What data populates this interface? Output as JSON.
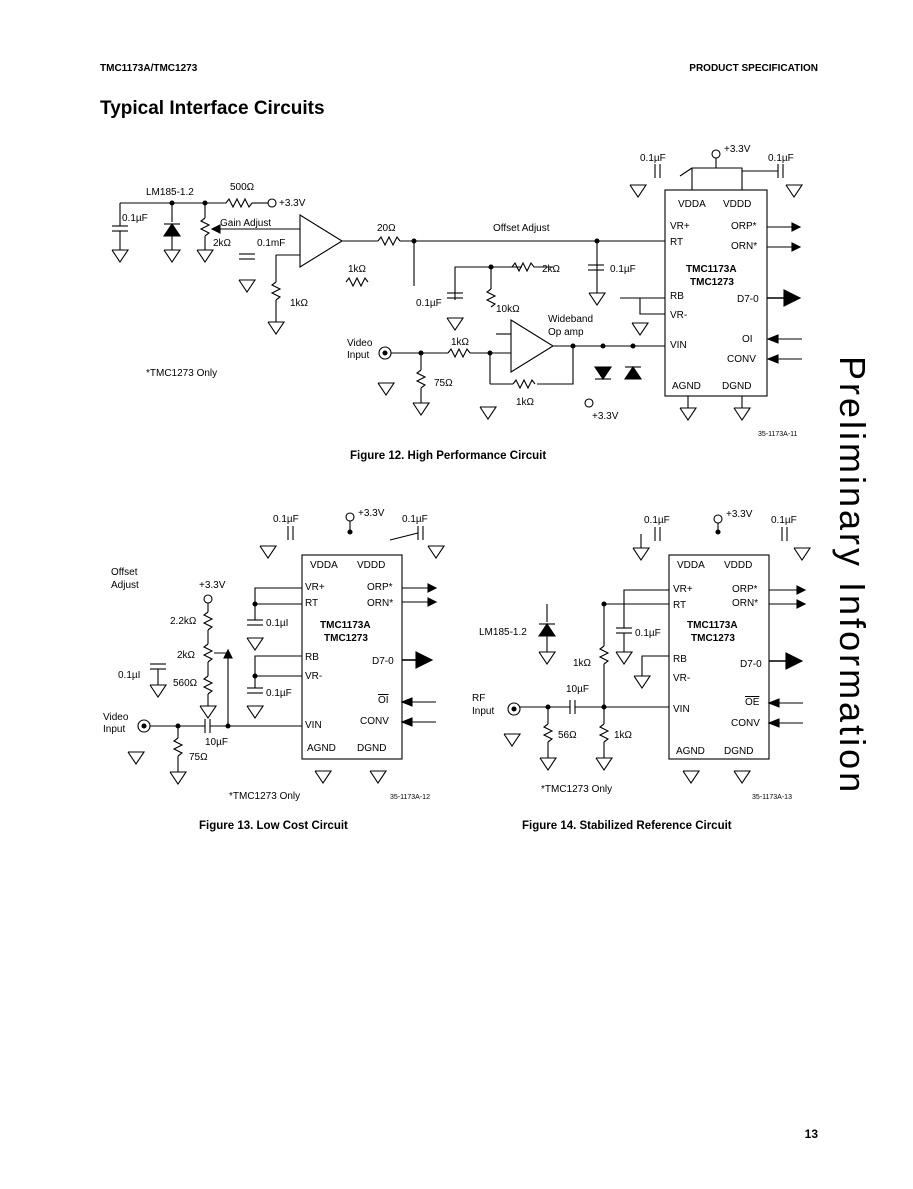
{
  "header": {
    "left": "TMC1173A/TMC1273",
    "right": "PRODUCT SPECIFICATION"
  },
  "section_title": "Typical Interface Circuits",
  "watermark": "Preliminary Information",
  "page_number": "13",
  "figures": {
    "fig12": {
      "caption": "Figure 12. High Performance Circuit",
      "code": "35-1173A-11",
      "chip": {
        "line1": "TMC1173A",
        "line2": "TMC1273"
      },
      "pins": {
        "vdda": "VDDA",
        "vddd": "VDDD",
        "vrp": "VR+",
        "rt": "RT",
        "rb": "RB",
        "vrm": "VR-",
        "vin": "VIN",
        "orp": "ORP*",
        "orn": "ORN*",
        "d": "D7-0",
        "oi": "OI",
        "conv": "CONV",
        "agnd": "AGND",
        "dgnd": "DGND"
      },
      "labels": {
        "supply_top": "+3.3V",
        "cap_tl": "0.1µF",
        "cap_tr": "0.1µF",
        "lm": "LM185-1.2",
        "r500": "500Ω",
        "supply_left": "+3.3V",
        "cap_left": "0.1µF",
        "gain_adjust": "Gain Adjust",
        "r2k_a": "2kΩ",
        "cap_01mf": "0.1mF",
        "r20": "20Ω",
        "offset_adjust": "Offset Adjust",
        "r1k_a": "1kΩ",
        "r1k_b": "1kΩ",
        "r2k_b": "2kΩ",
        "cap_mid": "0.1µF",
        "cap_low": "0.1µF",
        "r10k": "10kΩ",
        "wideband_1": "Wideband",
        "wideband_2": "Op amp",
        "video_1": "Video",
        "video_2": "Input",
        "r1k_c": "1kΩ",
        "r75": "75Ω",
        "r1k_d": "1kΩ",
        "supply_bottom": "+3.3V",
        "note": "*TMC1273 Only"
      }
    },
    "fig13": {
      "caption": "Figure 13. Low Cost Circuit",
      "code": "35-1173A-12",
      "chip": {
        "line1": "TMC1173A",
        "line2": "TMC1273"
      },
      "pins": {
        "vdda": "VDDA",
        "vddd": "VDDD",
        "vrp": "VR+",
        "rt": "RT",
        "rb": "RB",
        "vrm": "VR-",
        "vin": "VIN",
        "orp": "ORP*",
        "orn": "ORN*",
        "d": "D7-0",
        "oi": "OI",
        "conv": "CONV",
        "agnd": "AGND",
        "dgnd": "DGND"
      },
      "labels": {
        "supply_top": "+3.3V",
        "cap_tl": "0.1µF",
        "cap_tr": "0.1µF",
        "offset_1": "Offset",
        "offset_2": "Adjust",
        "supply_left": "+3.3V",
        "r22k": "2.2kΩ",
        "r2k": "2kΩ",
        "r560": "560Ω",
        "cap_l": "0.1µI",
        "cap_rt": "0.1µI",
        "cap_rb": "0.1µF",
        "video_1": "Video",
        "video_2": "Input",
        "cap_in": "10µF",
        "r75": "75Ω",
        "note": "*TMC1273 Only"
      }
    },
    "fig14": {
      "caption": "Figure 14. Stabilized Reference Circuit",
      "code": "35-1173A-13",
      "chip": {
        "line1": "TMC1173A",
        "line2": "TMC1273"
      },
      "pins": {
        "vdda": "VDDA",
        "vddd": "VDDD",
        "vrp": "VR+",
        "rt": "RT",
        "rb": "RB",
        "vrm": "VR-",
        "vin": "VIN",
        "orp": "ORP*",
        "orn": "ORN*",
        "d": "D7-0",
        "oe": "OE",
        "conv": "CONV",
        "agnd": "AGND",
        "dgnd": "DGND"
      },
      "labels": {
        "supply_top": "+3.3V",
        "cap_tl": "0.1µF",
        "cap_tr": "0.1µF",
        "lm": "LM185-1.2",
        "cap_mid": "0.1µF",
        "r1k_a": "1kΩ",
        "cap_in": "10µF",
        "rf_1": "RF",
        "rf_2": "Input",
        "r56": "56Ω",
        "r1k_b": "1kΩ",
        "note": "*TMC1273 Only"
      }
    }
  }
}
